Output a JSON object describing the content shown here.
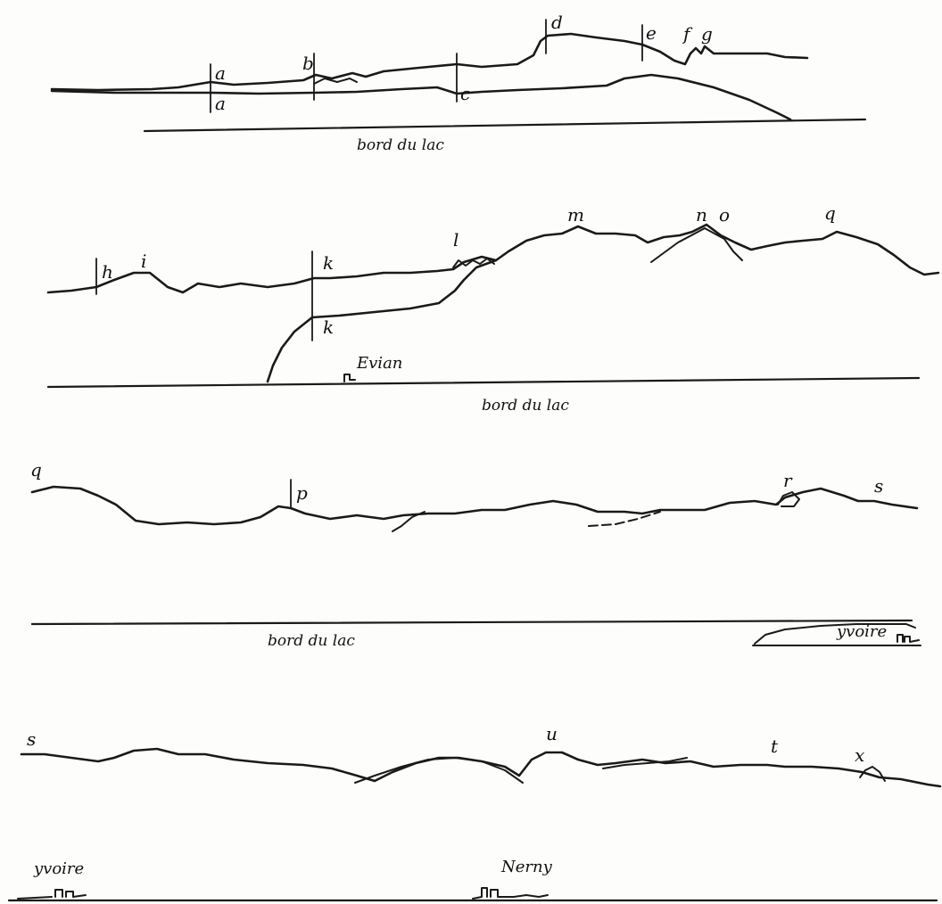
{
  "panels": [
    {
      "id": "panel-1",
      "shore_caption": "bord du lac",
      "labels": [
        "a",
        "a",
        "b",
        "c",
        "d",
        "e",
        "f",
        "g"
      ],
      "towns": []
    },
    {
      "id": "panel-2",
      "shore_caption": "bord du lac",
      "labels": [
        "h",
        "i",
        "k",
        "k",
        "l",
        "m",
        "n",
        "o",
        "q"
      ],
      "towns": [
        "Evian"
      ]
    },
    {
      "id": "panel-3",
      "shore_caption": "bord du lac",
      "labels": [
        "q",
        "p",
        "r",
        "s"
      ],
      "towns": [
        "yvoire"
      ]
    },
    {
      "id": "panel-4",
      "shore_caption": "",
      "labels": [
        "s",
        "u",
        "t",
        "x"
      ],
      "towns": [
        "yvoire",
        "Nerny"
      ]
    }
  ]
}
